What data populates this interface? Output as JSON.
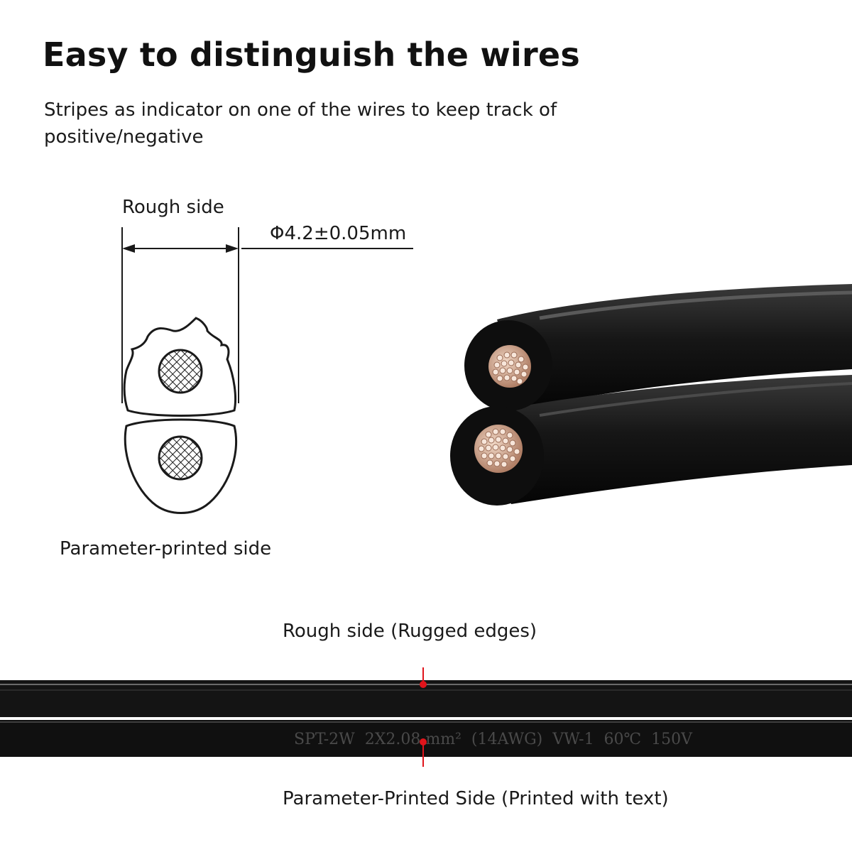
{
  "headline": "Easy to distinguish the wires",
  "subtitle": "Stripes as indicator on one of the wires to keep track of positive/negative",
  "diagram": {
    "rough_side_label": "Rough side",
    "diameter_label": "Φ4.2±0.05mm",
    "param_side_label": "Parameter-printed side"
  },
  "strip": {
    "rough_side_label": "Rough side (Rugged edges)",
    "printed_side_label": "Parameter-Printed Side (Printed with text)",
    "printed_text": "SPT-2W  2X2.08 mm²  (14AWG)  VW-1  60℃  150V"
  },
  "colors": {
    "marker": "#e0141b",
    "cable": "#111111",
    "copper": "#c89a80",
    "print": "#4a4a4a"
  }
}
